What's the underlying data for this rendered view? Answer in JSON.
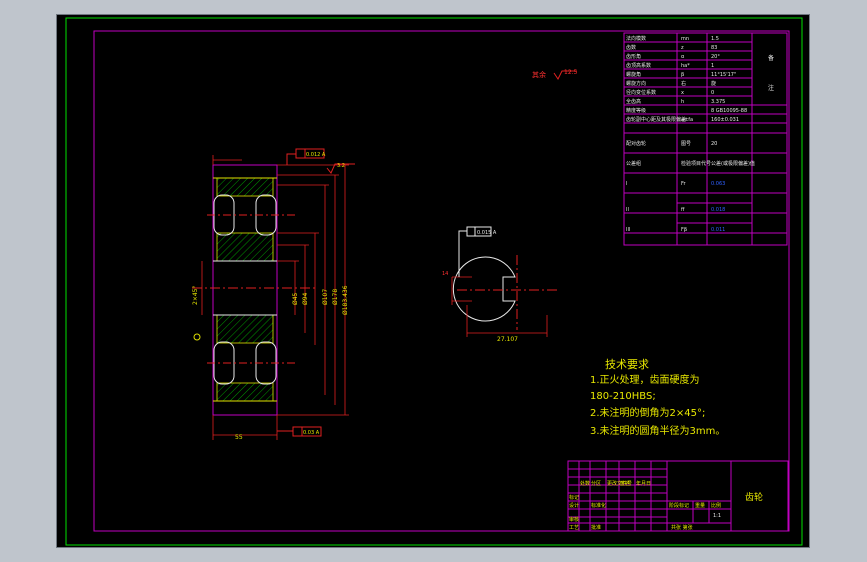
{
  "drawing": {
    "title_block_name": "齿轮",
    "scale_text": "1:1",
    "roughness_note": "其余",
    "roughness_value": "12.5"
  },
  "technical_requirements": {
    "heading": "技术要求",
    "lines": [
      "1.正火处理，齿面硬度为",
      "180-210HBS;",
      "2.未注明的倒角为2×45°;",
      "3.未注明的圆角半径为3mm。"
    ]
  },
  "dimensions": {
    "keyway_width": "27.107",
    "face_width": "55",
    "bore": "Ø45",
    "tip_diameter": "Ø183.436",
    "pitch": "Ø178",
    "root": "Ø107",
    "hub": "Ø94",
    "chamfer_top": "2×45°",
    "gdt_1": "0.012 A",
    "gdt_2": "0.03 A",
    "datum": "A",
    "sym_tol": "0.015 A"
  },
  "param_table": {
    "rows": [
      [
        "法向模数",
        "mn",
        "1.5"
      ],
      [
        "齿数",
        "z",
        "83"
      ],
      [
        "齿形角",
        "α",
        "20°"
      ],
      [
        "齿顶高系数",
        "ha*",
        "1"
      ],
      [
        "螺旋角",
        "β",
        "11°15'17\""
      ],
      [
        "螺旋方向",
        "右",
        "旋"
      ],
      [
        "径向变位系数",
        "x",
        "0"
      ],
      [
        "全齿高",
        "h",
        "3.375"
      ],
      [
        "精度等级",
        "",
        "8 GB10095-88"
      ],
      [
        "齿轮副中心距及其极限偏差",
        "a±fa",
        "160±0.031"
      ],
      [
        "配对齿轮",
        "图号",
        "20"
      ],
      [
        "公差组",
        "检验项目代号",
        "公差(或极限偏差)值"
      ],
      [
        "I",
        "Fr",
        "0.063"
      ],
      [
        "II",
        "ff",
        "0.018"
      ],
      [
        "III",
        "Fβ",
        "0.011"
      ]
    ]
  },
  "title_block": {
    "labels": [
      "标记",
      "处数",
      "分区",
      "更改文件号",
      "签名",
      "年月日",
      "设计",
      "标准化",
      "审核",
      "工艺",
      "批准",
      "阶段标记",
      "重量",
      "比例",
      "共张 第张"
    ]
  }
}
